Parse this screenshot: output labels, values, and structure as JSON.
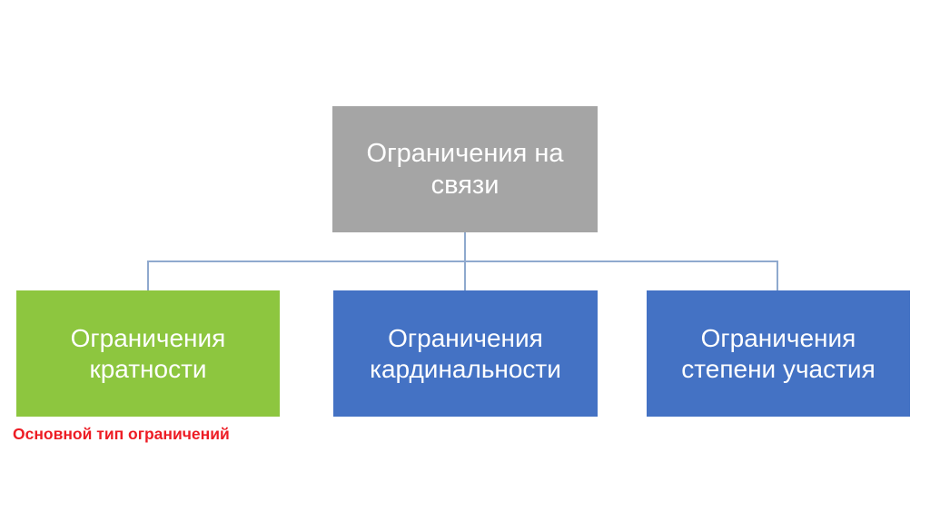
{
  "diagram": {
    "type": "hierarchy",
    "title_node": {
      "id": "root",
      "label": "Ограничения на связи",
      "color": "#A5A5A5",
      "text_color": "#FFFFFF"
    },
    "children": [
      {
        "id": "multiplicity",
        "label": "Ограничения кратности",
        "color": "#8DC63F",
        "text_color": "#FFFFFF"
      },
      {
        "id": "cardinality",
        "label": "Ограничения кардинальности",
        "color": "#4472C4",
        "text_color": "#FFFFFF"
      },
      {
        "id": "participation",
        "label": "Ограничения степени участия",
        "color": "#4472C4",
        "text_color": "#FFFFFF"
      }
    ],
    "annotations": [
      {
        "id": "main-type",
        "text": "Основной тип ограничений",
        "color": "#ED1C24",
        "attached_to": "multiplicity"
      }
    ],
    "connector_color": "#8FA9CE",
    "background": "#FFFFFF"
  }
}
